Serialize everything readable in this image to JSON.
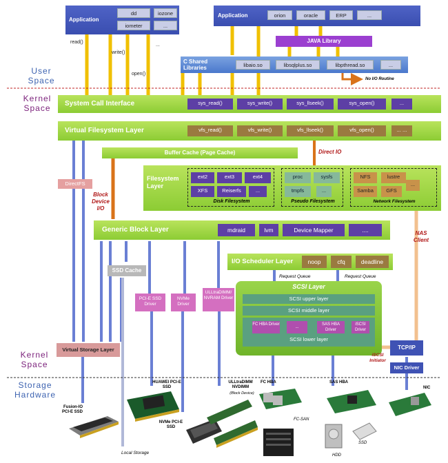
{
  "layers": {
    "user_space": "User Space",
    "kernel_space": "Kernel Space",
    "kernel_space2": "Kernel Space",
    "storage_hardware": "Storage Hardware"
  },
  "app1": {
    "title": "Application",
    "items": [
      "dd",
      "iozone",
      "iometer",
      "..."
    ]
  },
  "app2": {
    "title": "Application",
    "items": [
      "orion",
      "oracle",
      "ERP",
      "..."
    ]
  },
  "calls": {
    "read": "read()",
    "write": "write()",
    "open": "open()",
    "dots": "..."
  },
  "java_library": "JAVA Library",
  "cshared": {
    "title": "C Shared Libraries",
    "items": [
      "libaio.so",
      "libsqlplus.so",
      "libpthread.so",
      "..."
    ]
  },
  "no_io_routine": "No I/O Routine",
  "syscall": {
    "title": "System Call Interface",
    "items": [
      "sys_read()",
      "sys_write()",
      "sys_llseek()",
      "sys_open()",
      "..."
    ]
  },
  "vfs": {
    "title": "Virtual Filesystem Layer",
    "items": [
      "vfs_read()",
      "vfs_write()",
      "vfs_llseek()",
      "vfs_open()",
      "... ..."
    ]
  },
  "buffer_cache": "Buffer Cache (Page Cache)",
  "direct_io": "Direct IO",
  "directfs": "DirectFS",
  "block_device_io": "Block Device I/O",
  "filesystem": {
    "title": "Filesystem Layer",
    "disk": {
      "items": [
        "ext2",
        "ext3",
        "ext4",
        "XFS",
        "Reiserfs",
        "..."
      ],
      "caption": "Disk Filesystem"
    },
    "pseudo": {
      "items": [
        "proc",
        "sysfs",
        "tmpfs",
        "..."
      ],
      "caption": "Pseudo Filesystem"
    },
    "network": {
      "items": [
        "NFS",
        "lustre",
        "Samba",
        "GFS",
        "..."
      ],
      "caption": "Network Filesystem"
    }
  },
  "generic_block": {
    "title": "Generic Block Layer",
    "items": [
      "mdraid",
      "lvm",
      "Device Mapper",
      "...."
    ]
  },
  "io_scheduler": {
    "title": "I/O Scheduler Layer",
    "items": [
      "noop",
      "cfq",
      "deadline"
    ]
  },
  "nas_client": "NAS Client",
  "ssd_cache": "SSD Cache",
  "request_queue": "Request Queue",
  "request_queue2": "Request Queue",
  "drivers": {
    "pcie": "PCI-E SSD Driver",
    "nvme": "NVMe Driver",
    "ulltra": "ULLtraDIMM/ NVRAM Driver"
  },
  "scsi": {
    "title": "SCSI Layer",
    "upper": "SCSI upper layer",
    "middle": "SCSI middle layer",
    "lower": "SCSI lower layer",
    "hbas": [
      "FC HBA Driver",
      "...",
      "SAS HBA Driver",
      "iSCSI Driver"
    ]
  },
  "iscsi_initiator": "iSCSI Initiator",
  "tcpip": "TCP/IP",
  "nic_driver": "NIC Driver",
  "virtual_storage": "Virtual Storage Layer",
  "hardware": {
    "fusion": "Fusion-IO PCI-E SSD",
    "huawei": "HUAWEI PCI-E SSD",
    "nvme": "NVMe PCI-E SSD",
    "ulltradimm": "ULLtraDIMM NVDIMM",
    "block_device": "(Block Device)",
    "fc_hba": "FC HBA",
    "fc_san": "FC-SAN",
    "sas_hba": "SAS HBA",
    "hdd": "HDD",
    "ssd": "SSD",
    "nic": "NIC",
    "local_storage": "Local Storage"
  },
  "colors": {
    "green": "#8ccc34",
    "purple": "#5d3fa5",
    "brown": "#9a7a40",
    "blue": "#3f52b4",
    "pink": "#d46fc0",
    "teal": "#4e9a80",
    "red": "#b01818"
  }
}
